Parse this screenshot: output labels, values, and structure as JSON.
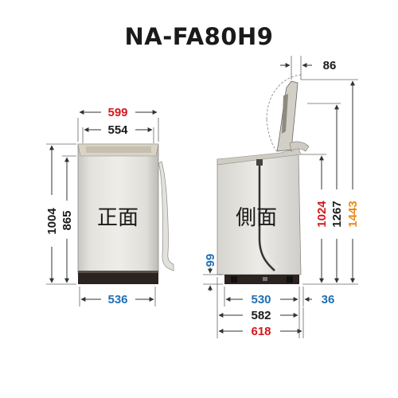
{
  "title": "NA-FA80H9",
  "views": {
    "front_label": "正面",
    "side_label": "側面"
  },
  "front_dims": {
    "top_outer": "599",
    "top_inner": "554",
    "bottom": "536",
    "height_total": "1004",
    "height_body": "865"
  },
  "side_dims": {
    "lid_offset": "86",
    "foot_height": "99",
    "height_1024": "1024",
    "height_1267": "1267",
    "height_1443": "1443",
    "base_530": "530",
    "base_582": "582",
    "base_618": "618",
    "base_36": "36"
  },
  "colors": {
    "red": "#d2191e",
    "blue": "#1f6fb4",
    "orange": "#e88a17",
    "black": "#1a1a1a"
  }
}
